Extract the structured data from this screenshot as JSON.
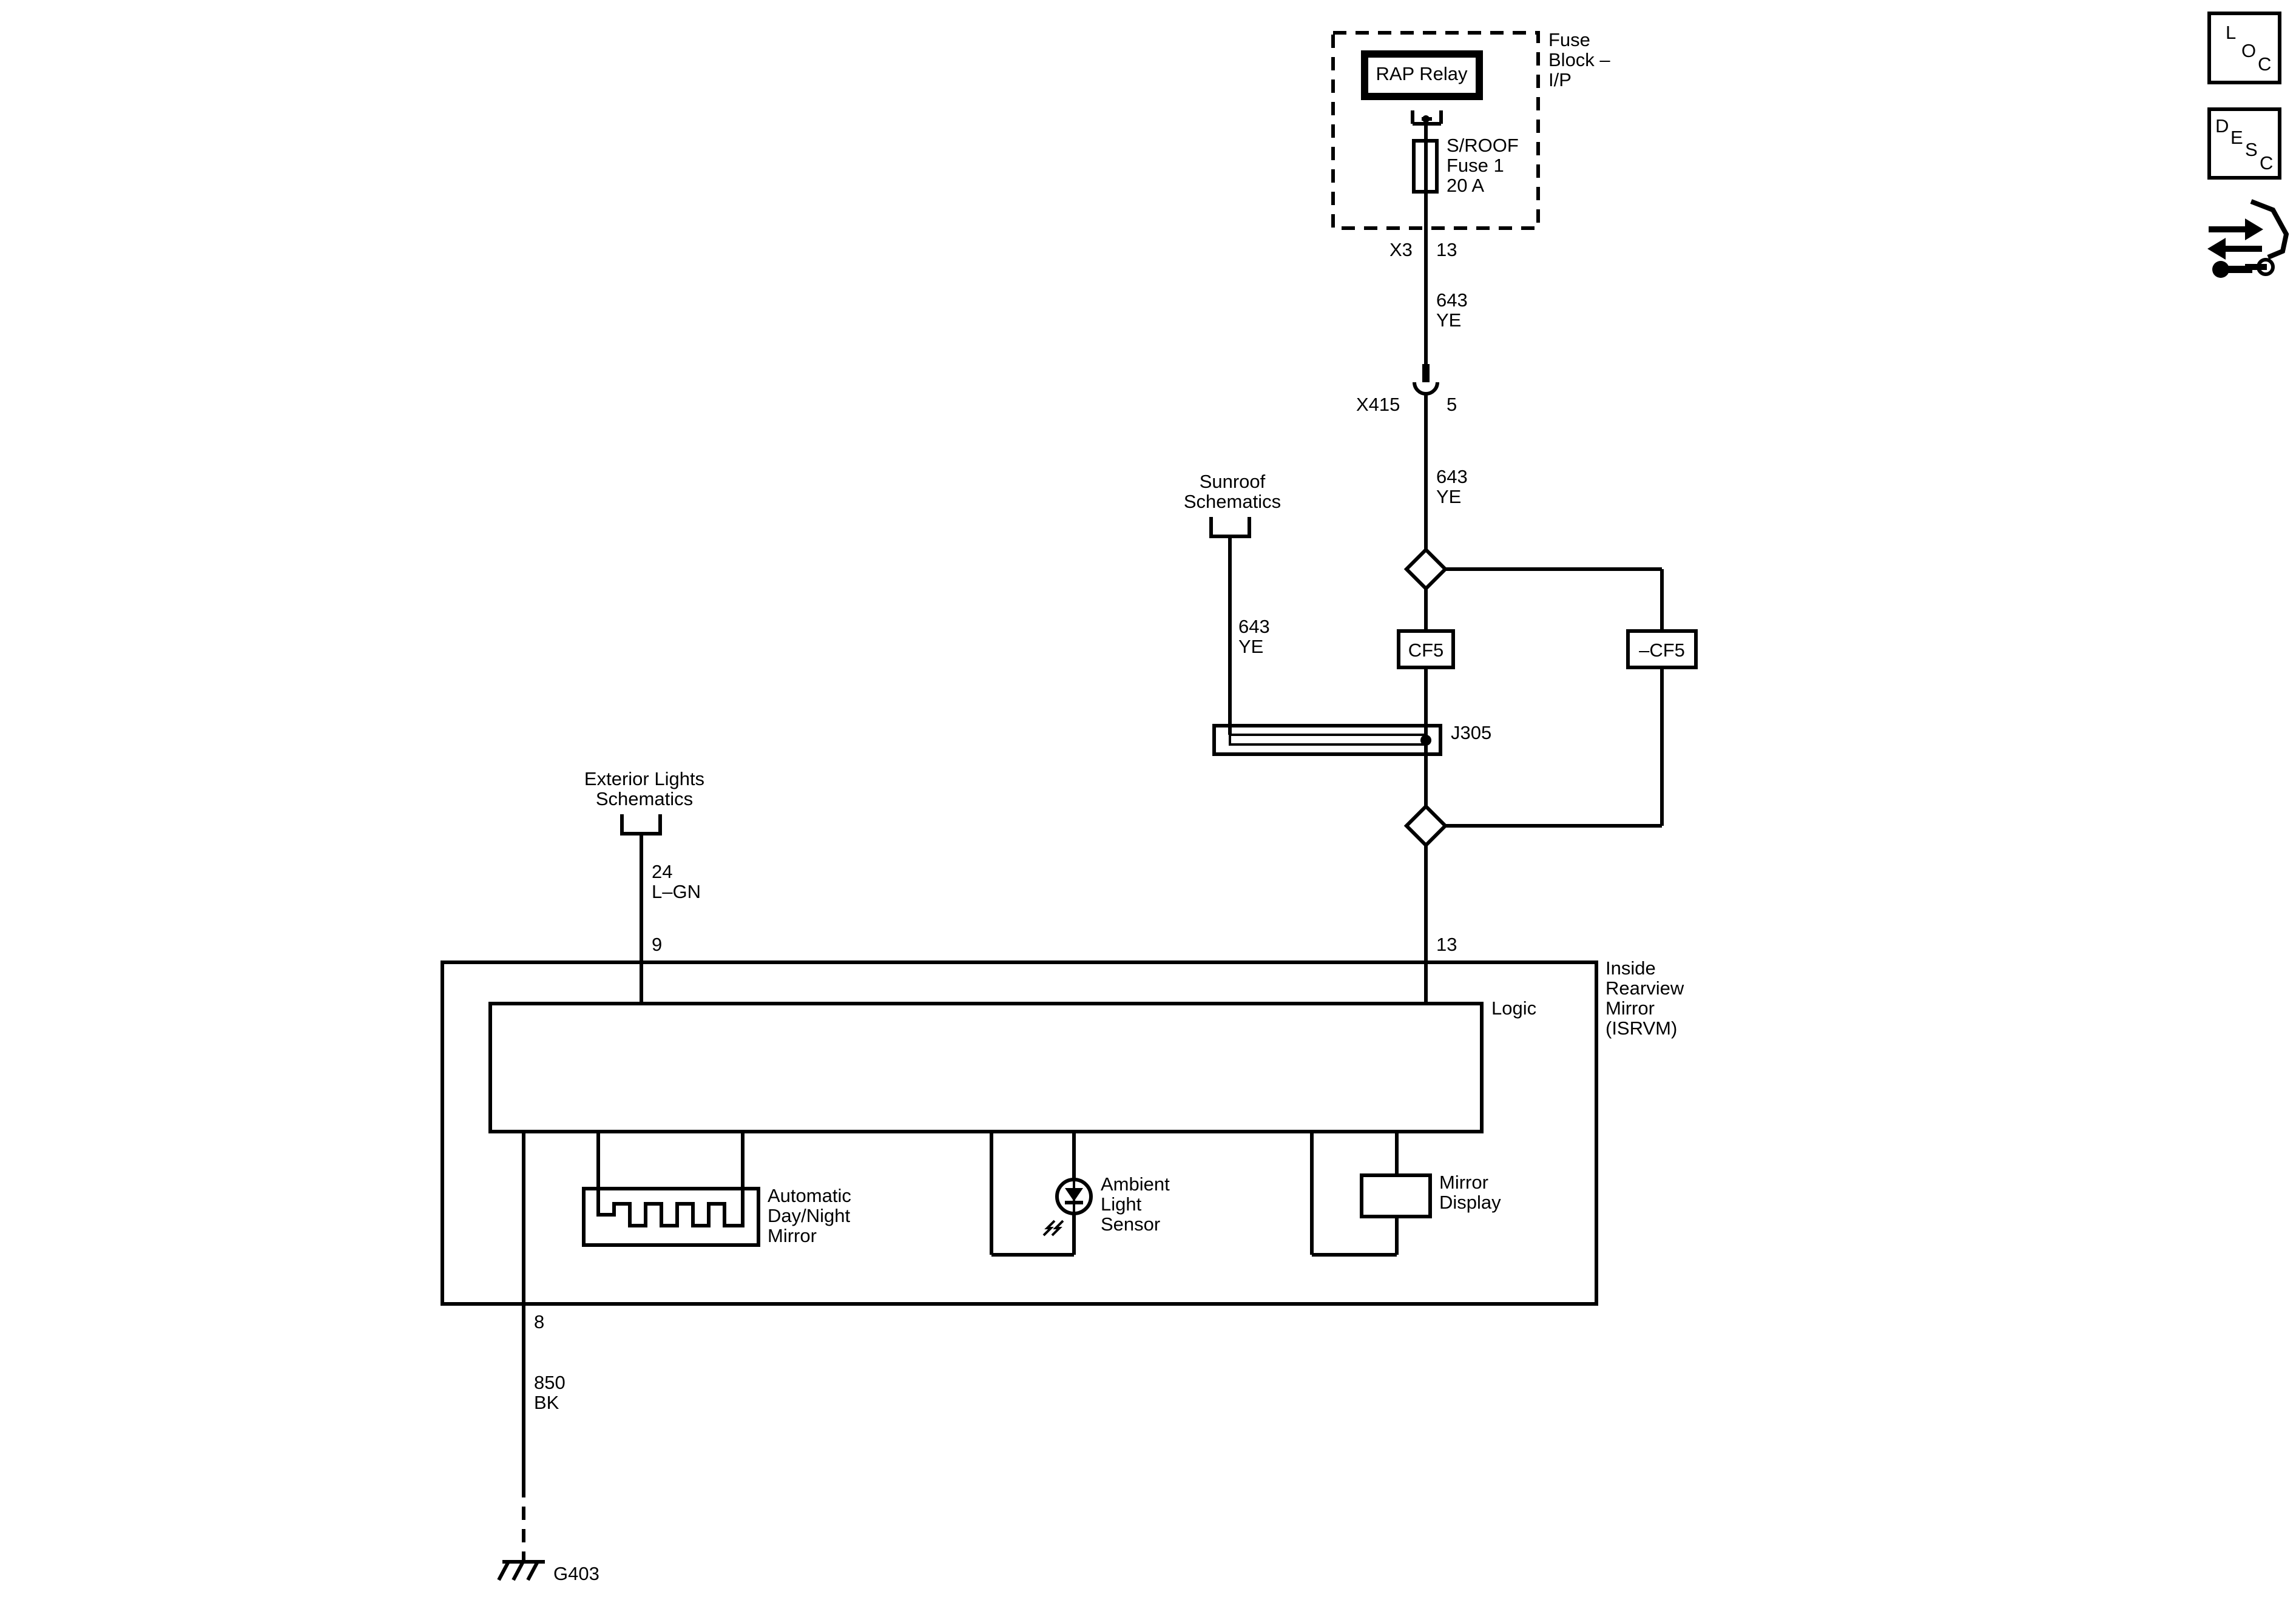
{
  "fuse_block": {
    "label_lines": [
      "Fuse",
      "Block –",
      "I/P"
    ],
    "relay_label": "RAP Relay",
    "fuse_lines": [
      "S/ROOF",
      "Fuse 1",
      "20 A"
    ],
    "connector": "X3",
    "pin": "13"
  },
  "wire_top": {
    "circuit": "643",
    "color": "YE"
  },
  "inline_connector": {
    "name": "X415",
    "pin": "5"
  },
  "wire_mid": {
    "circuit": "643",
    "color": "YE"
  },
  "sunroof": {
    "label_lines": [
      "Sunroof",
      "Schematics"
    ],
    "circuit": "643",
    "color": "YE"
  },
  "options": {
    "cf5": "CF5",
    "not_cf5": "–CF5"
  },
  "splice": {
    "name": "J305"
  },
  "exterior_lights": {
    "label_lines": [
      "Exterior Lights",
      "Schematics"
    ],
    "circuit": "24",
    "color": "L–GN",
    "pin": "9"
  },
  "isrvm": {
    "label_lines": [
      "Inside",
      "Rearview",
      "Mirror",
      "(ISRVM)"
    ],
    "power_pin": "13",
    "logic_label": "Logic",
    "auto_dimming_lines": [
      "Automatic",
      "Day/Night",
      "Mirror"
    ],
    "ambient_sensor_lines": [
      "Ambient",
      "Light",
      "Sensor"
    ],
    "mirror_display_lines": [
      "Mirror",
      "Display"
    ],
    "ground_pin": "8"
  },
  "ground_wire": {
    "circuit": "850",
    "color": "BK"
  },
  "ground": {
    "name": "G403"
  },
  "side_icons": {
    "loc": [
      "L",
      "O",
      "C"
    ],
    "desc": [
      "D",
      "E",
      "S",
      "C"
    ],
    "nav_icon": "connector-arrows-wrench-icon"
  }
}
